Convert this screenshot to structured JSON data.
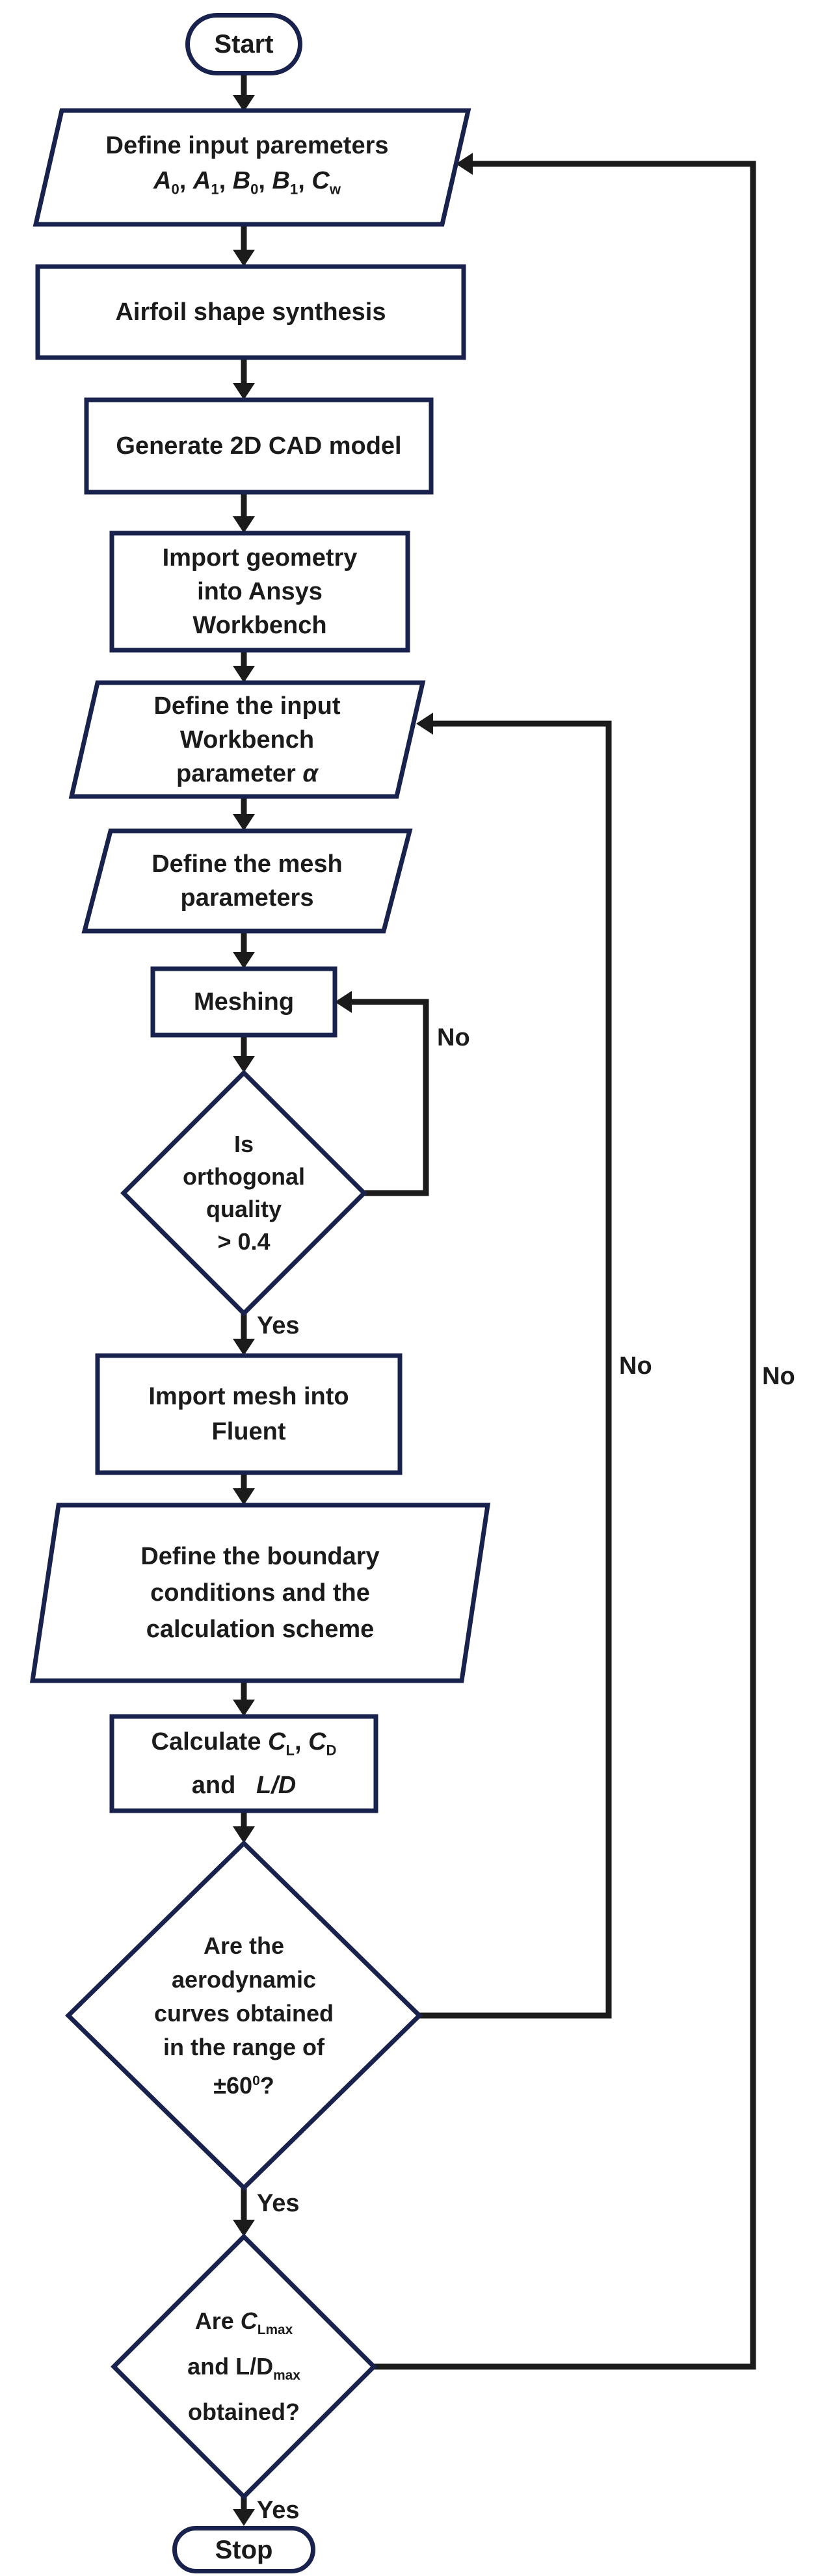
{
  "flowchart": {
    "colors": {
      "shape_border": "#18224d",
      "connector": "#1b1b1b",
      "text": "#1b1b1b",
      "background": "#ffffff"
    },
    "nodes": {
      "start": {
        "shape": "terminator",
        "label": "Start"
      },
      "define_inputs": {
        "shape": "input-parallelogram",
        "line1": "Define input paremeters",
        "line2_html": "<i>A</i><sub>0</sub>, <i>A</i><sub>1</sub>, <i>B</i><sub>0</sub>, <i>B</i><sub>1</sub>, <i>C</i><sub>w</sub>"
      },
      "airfoil_synthesis": {
        "shape": "process",
        "label": "Airfoil shape synthesis"
      },
      "generate_cad": {
        "shape": "process",
        "label": "Generate 2D CAD model"
      },
      "import_geometry": {
        "shape": "process",
        "line1": "Import geometry",
        "line2": "into Ansys",
        "line3": "Workbench"
      },
      "define_workbench_param": {
        "shape": "input-parallelogram",
        "line1": "Define the input",
        "line2": "Workbench",
        "line3_html": "parameter <i>α</i>"
      },
      "define_mesh_params": {
        "shape": "input-parallelogram",
        "line1": "Define the mesh",
        "line2": "parameters"
      },
      "meshing": {
        "shape": "process",
        "label": "Meshing"
      },
      "orthogonal_quality": {
        "shape": "decision",
        "line1": "Is",
        "line2": "orthogonal",
        "line3": "quality",
        "line4": "> 0.4"
      },
      "import_mesh": {
        "shape": "process",
        "line1": "Import mesh into",
        "line2": "Fluent"
      },
      "boundary_conditions": {
        "shape": "input-parallelogram",
        "line1": "Define the boundary",
        "line2": "conditions and the",
        "line3": "calculation scheme"
      },
      "calculate_coefficients": {
        "shape": "process",
        "line1_html": "Calculate <i>C</i><sub>L</sub>, <i>C</i><sub>D</sub>",
        "line2_html": "and&nbsp;&nbsp; <i>L/D</i>"
      },
      "aero_curves_range": {
        "shape": "decision",
        "line1": "Are the",
        "line2": "aerodynamic",
        "line3": "curves obtained",
        "line4": "in the range of",
        "line5_html": "±60<sup>0</sup>?"
      },
      "max_values_obtained": {
        "shape": "decision",
        "line1_html": "Are <i>C</i><sub>Lmax</sub>",
        "line2_html": "and L/D<sub>max</sub>",
        "line3": "obtained?"
      },
      "stop": {
        "shape": "terminator",
        "label": "Stop"
      }
    },
    "edge_labels": {
      "quality_no": "No",
      "quality_yes": "Yes",
      "curves_no": "No",
      "curves_yes": "Yes",
      "max_no": "No",
      "max_yes": "Yes"
    }
  }
}
